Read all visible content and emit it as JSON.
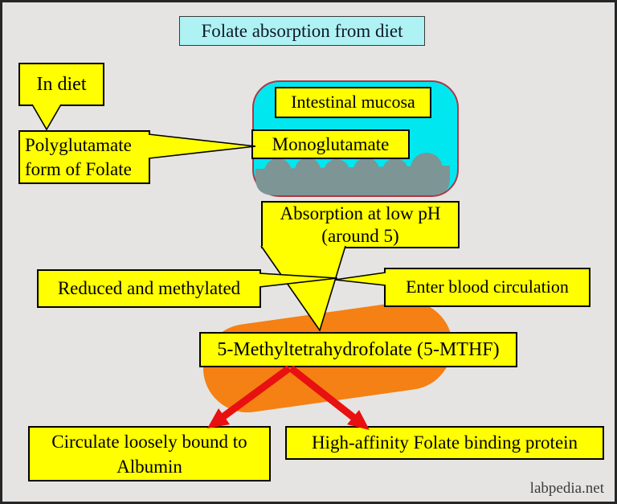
{
  "title": "Folate absorption from diet",
  "watermark": "labpedia.net",
  "nodes": {
    "in_diet": {
      "label": "In diet"
    },
    "polyglutamate": {
      "label": "Polyglutamate form of Folate"
    },
    "intestinal_mucosa": {
      "label": "Intestinal mucosa"
    },
    "monoglutamate": {
      "label": "Monoglutamate"
    },
    "absorption": {
      "label": "Absorption at low pH (around 5)"
    },
    "reduced": {
      "label": "Reduced and methylated"
    },
    "enter_blood": {
      "label": "Enter blood circulation"
    },
    "mthf": {
      "label": "5-Methyltetrahydrofolate (5-MTHF)"
    },
    "albumin": {
      "label": "Circulate loosely bound to Albumin"
    },
    "binding_protein": {
      "label": "High-affinity Folate binding protein"
    }
  },
  "colors": {
    "background": "#e5e4e3",
    "callout_fill": "#ffff00",
    "callout_border": "#000000",
    "title_fill": "#aff2f4",
    "intestinal_mucosa_fill": "#00e7f0",
    "intestinal_mucosa_border": "#b03545",
    "brush_border_gray": "#7d9594",
    "blood_capsule_orange": "#f58014",
    "arrow_red": "#e81010"
  }
}
